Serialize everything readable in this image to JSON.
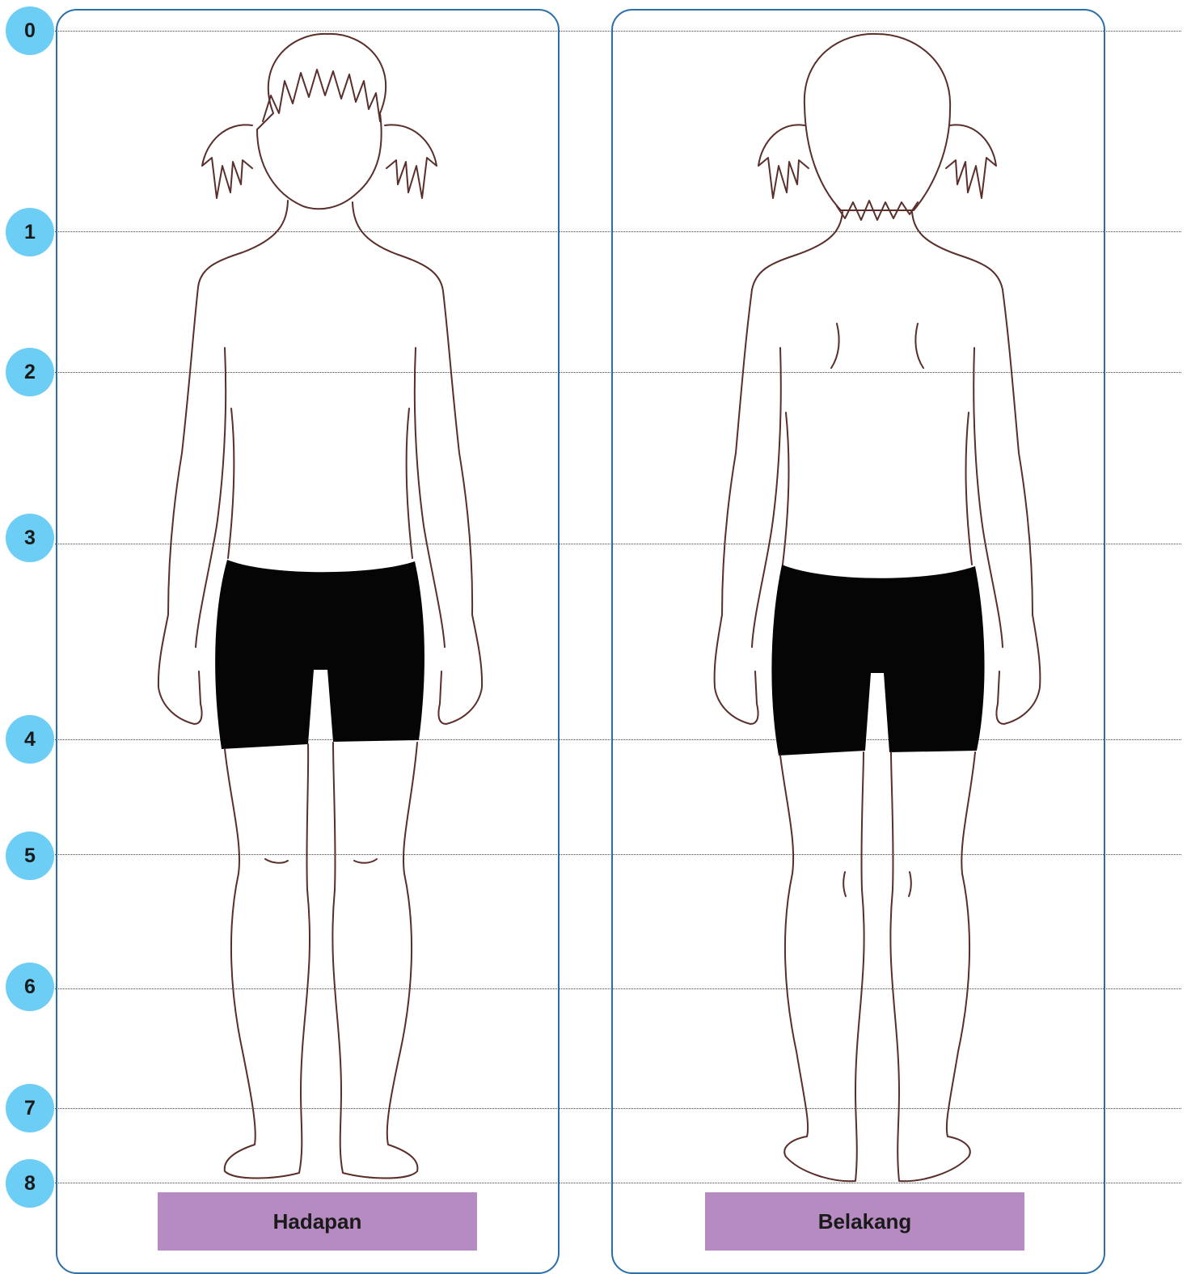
{
  "scale": {
    "markers": [
      "0",
      "1",
      "2",
      "3",
      "4",
      "5",
      "6",
      "7",
      "8"
    ]
  },
  "views": {
    "front": {
      "label": "Hadapan"
    },
    "back": {
      "label": "Belakang"
    }
  },
  "colors": {
    "marker_fill": "#6ccdf5",
    "panel_border": "#2c6fa8",
    "caption_fill": "#b58bc1",
    "outline": "#5a2e2a",
    "shorts": "#050505"
  }
}
